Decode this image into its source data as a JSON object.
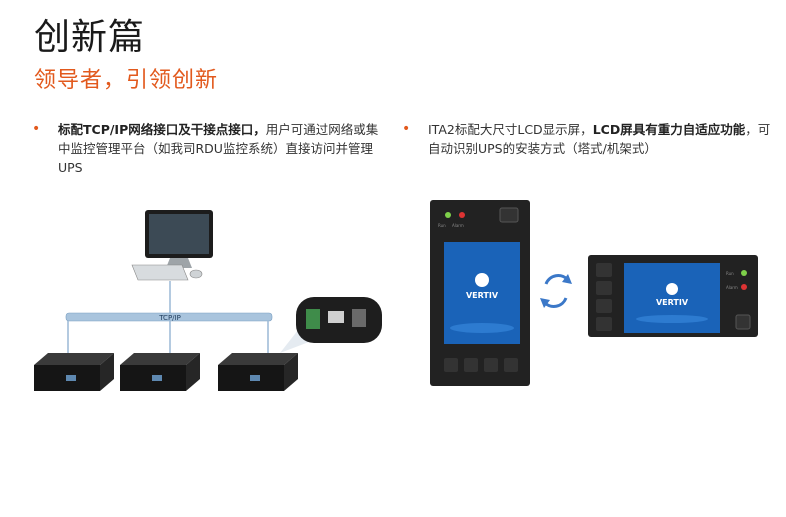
{
  "title": "创新篇",
  "subtitle": "领导者，引领创新",
  "bullets": [
    {
      "bold1": "标配TCP/IP网络接口及干接点接口，",
      "text1": "用户可通过网络或集中监控管理平台（如我司RDU监控系统）直接访问并管理UPS"
    },
    {
      "text1": "ITA2标配大尺寸LCD显示屏，",
      "bold1": "LCD屏具有重力自适应功能",
      "text2": "，可自动识别UPS的安装方式（塔式/机架式）"
    }
  ],
  "network": {
    "bus_label": "TCP/IP"
  },
  "lcd": {
    "brand": "VERTIV",
    "run_label": "Run",
    "alarm_label": "Alarm"
  },
  "colors": {
    "accent": "#e2591d",
    "bus": "#a9c4dd",
    "screen": "#1a63b8"
  }
}
